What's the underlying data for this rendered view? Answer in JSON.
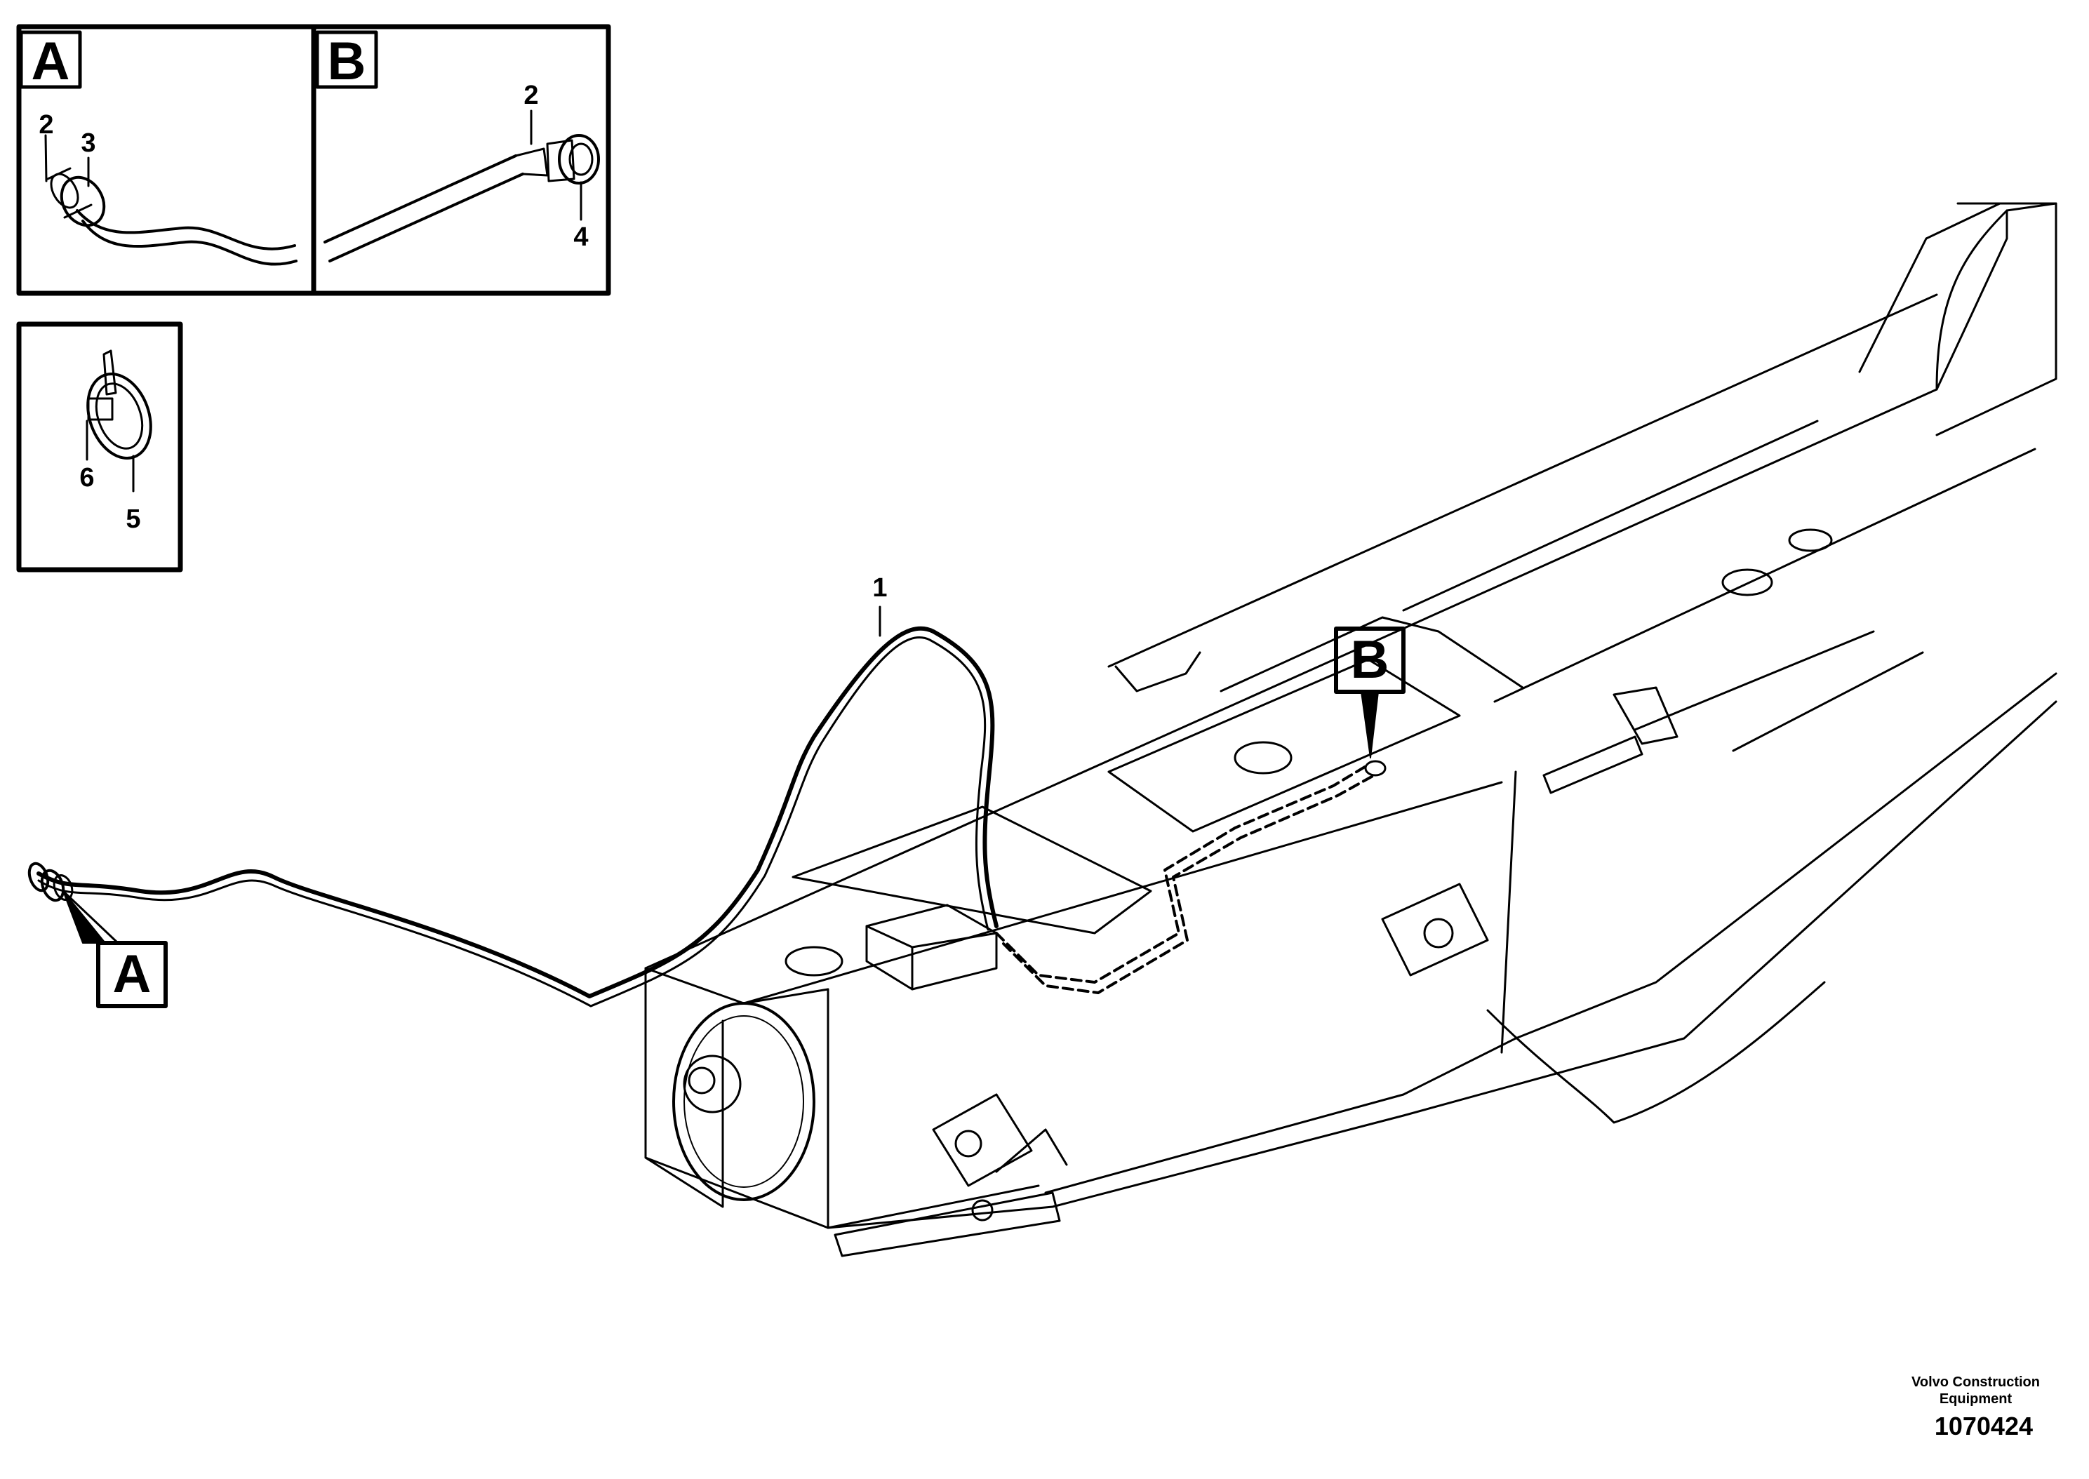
{
  "inset_a": {
    "letter": "A",
    "callouts": [
      "2",
      "3"
    ]
  },
  "inset_b": {
    "letter": "B",
    "callouts": [
      "2",
      "4"
    ]
  },
  "inset_clamp": {
    "callouts": [
      "6",
      "5"
    ]
  },
  "main": {
    "hose_callout": "1",
    "tag_a": "A",
    "tag_b": "B"
  },
  "footer": {
    "publisher_line1": "Volvo Construction",
    "publisher_line2": "Equipment",
    "figure_number": "1070424"
  }
}
